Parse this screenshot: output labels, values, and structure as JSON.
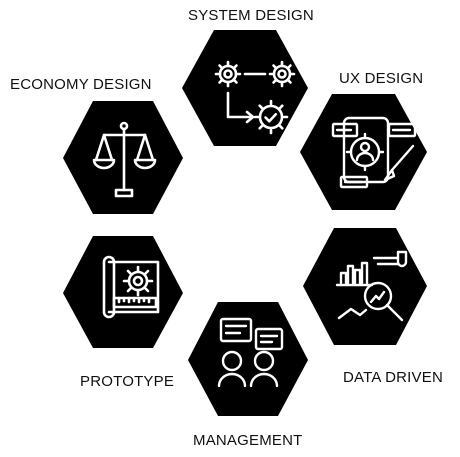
{
  "colors": {
    "hexagon_fill": "#000000",
    "icon_stroke": "#ffffff",
    "label_text": "#111111",
    "background": "#ffffff"
  },
  "nodes": [
    {
      "id": "system-design",
      "label": "SYSTEM DESIGN",
      "icon": "gears-process-icon"
    },
    {
      "id": "ux-design",
      "label": "UX DESIGN",
      "icon": "user-interface-design-icon"
    },
    {
      "id": "data-driven",
      "label": "DATA DRIVEN",
      "icon": "chart-analysis-icon"
    },
    {
      "id": "management",
      "label": "MANAGEMENT",
      "icon": "team-discussion-icon"
    },
    {
      "id": "prototype",
      "label": "PROTOTYPE",
      "icon": "blueprint-gear-icon"
    },
    {
      "id": "economy-design",
      "label": "ECONOMY DESIGN",
      "icon": "balance-scale-icon"
    }
  ]
}
